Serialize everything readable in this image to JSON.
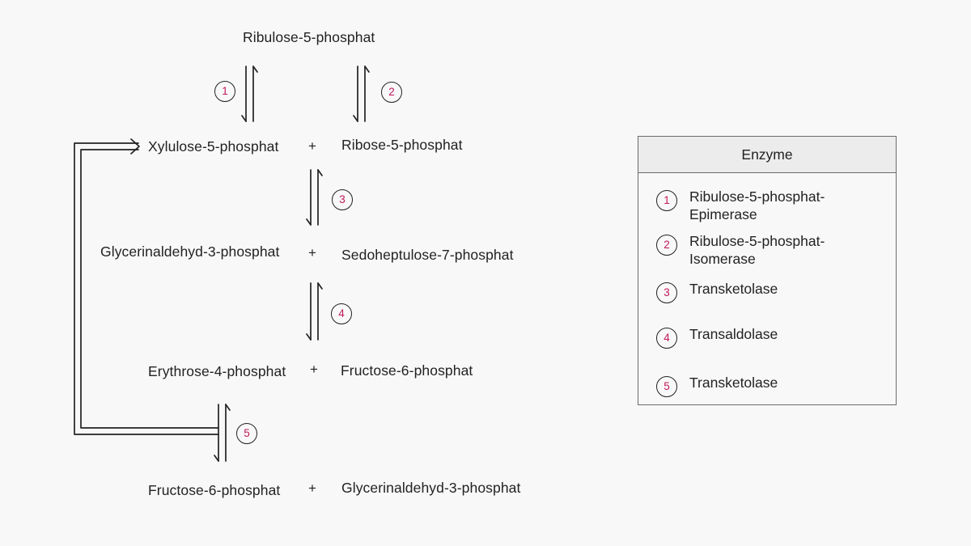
{
  "compounds": {
    "ribulose": "Ribulose-5-phosphat",
    "xylulose": "Xylulose-5-phosphat",
    "ribose": "Ribose-5-phosphat",
    "glycerinaldehyd_1": "Glycerinaldehyd-3-phosphat",
    "sedoheptulose": "Sedoheptulose-7-phosphat",
    "erythrose": "Erythrose-4-phosphat",
    "fructose_1": "Fructose-6-phosphat",
    "fructose_2": "Fructose-6-phosphat",
    "glycerinaldehyd_2": "Glycerinaldehyd-3-phosphat"
  },
  "plus_sign": "+",
  "steps": [
    "1",
    "2",
    "3",
    "4",
    "5"
  ],
  "legend": {
    "title": "Enzyme",
    "items": [
      {
        "number": "1",
        "name": "Ribulose-5-phosphat-Epimerase"
      },
      {
        "number": "2",
        "name": "Ribulose-5-phosphat-Isomerase"
      },
      {
        "number": "3",
        "name": "Transketolase"
      },
      {
        "number": "4",
        "name": "Transaldolase"
      },
      {
        "number": "5",
        "name": "Transketolase"
      }
    ]
  },
  "colors": {
    "step_number": "#c2185b",
    "text": "#222222",
    "background": "#f8f8f8",
    "legend_header": "#ececec",
    "legend_border": "#6b6b6b"
  }
}
